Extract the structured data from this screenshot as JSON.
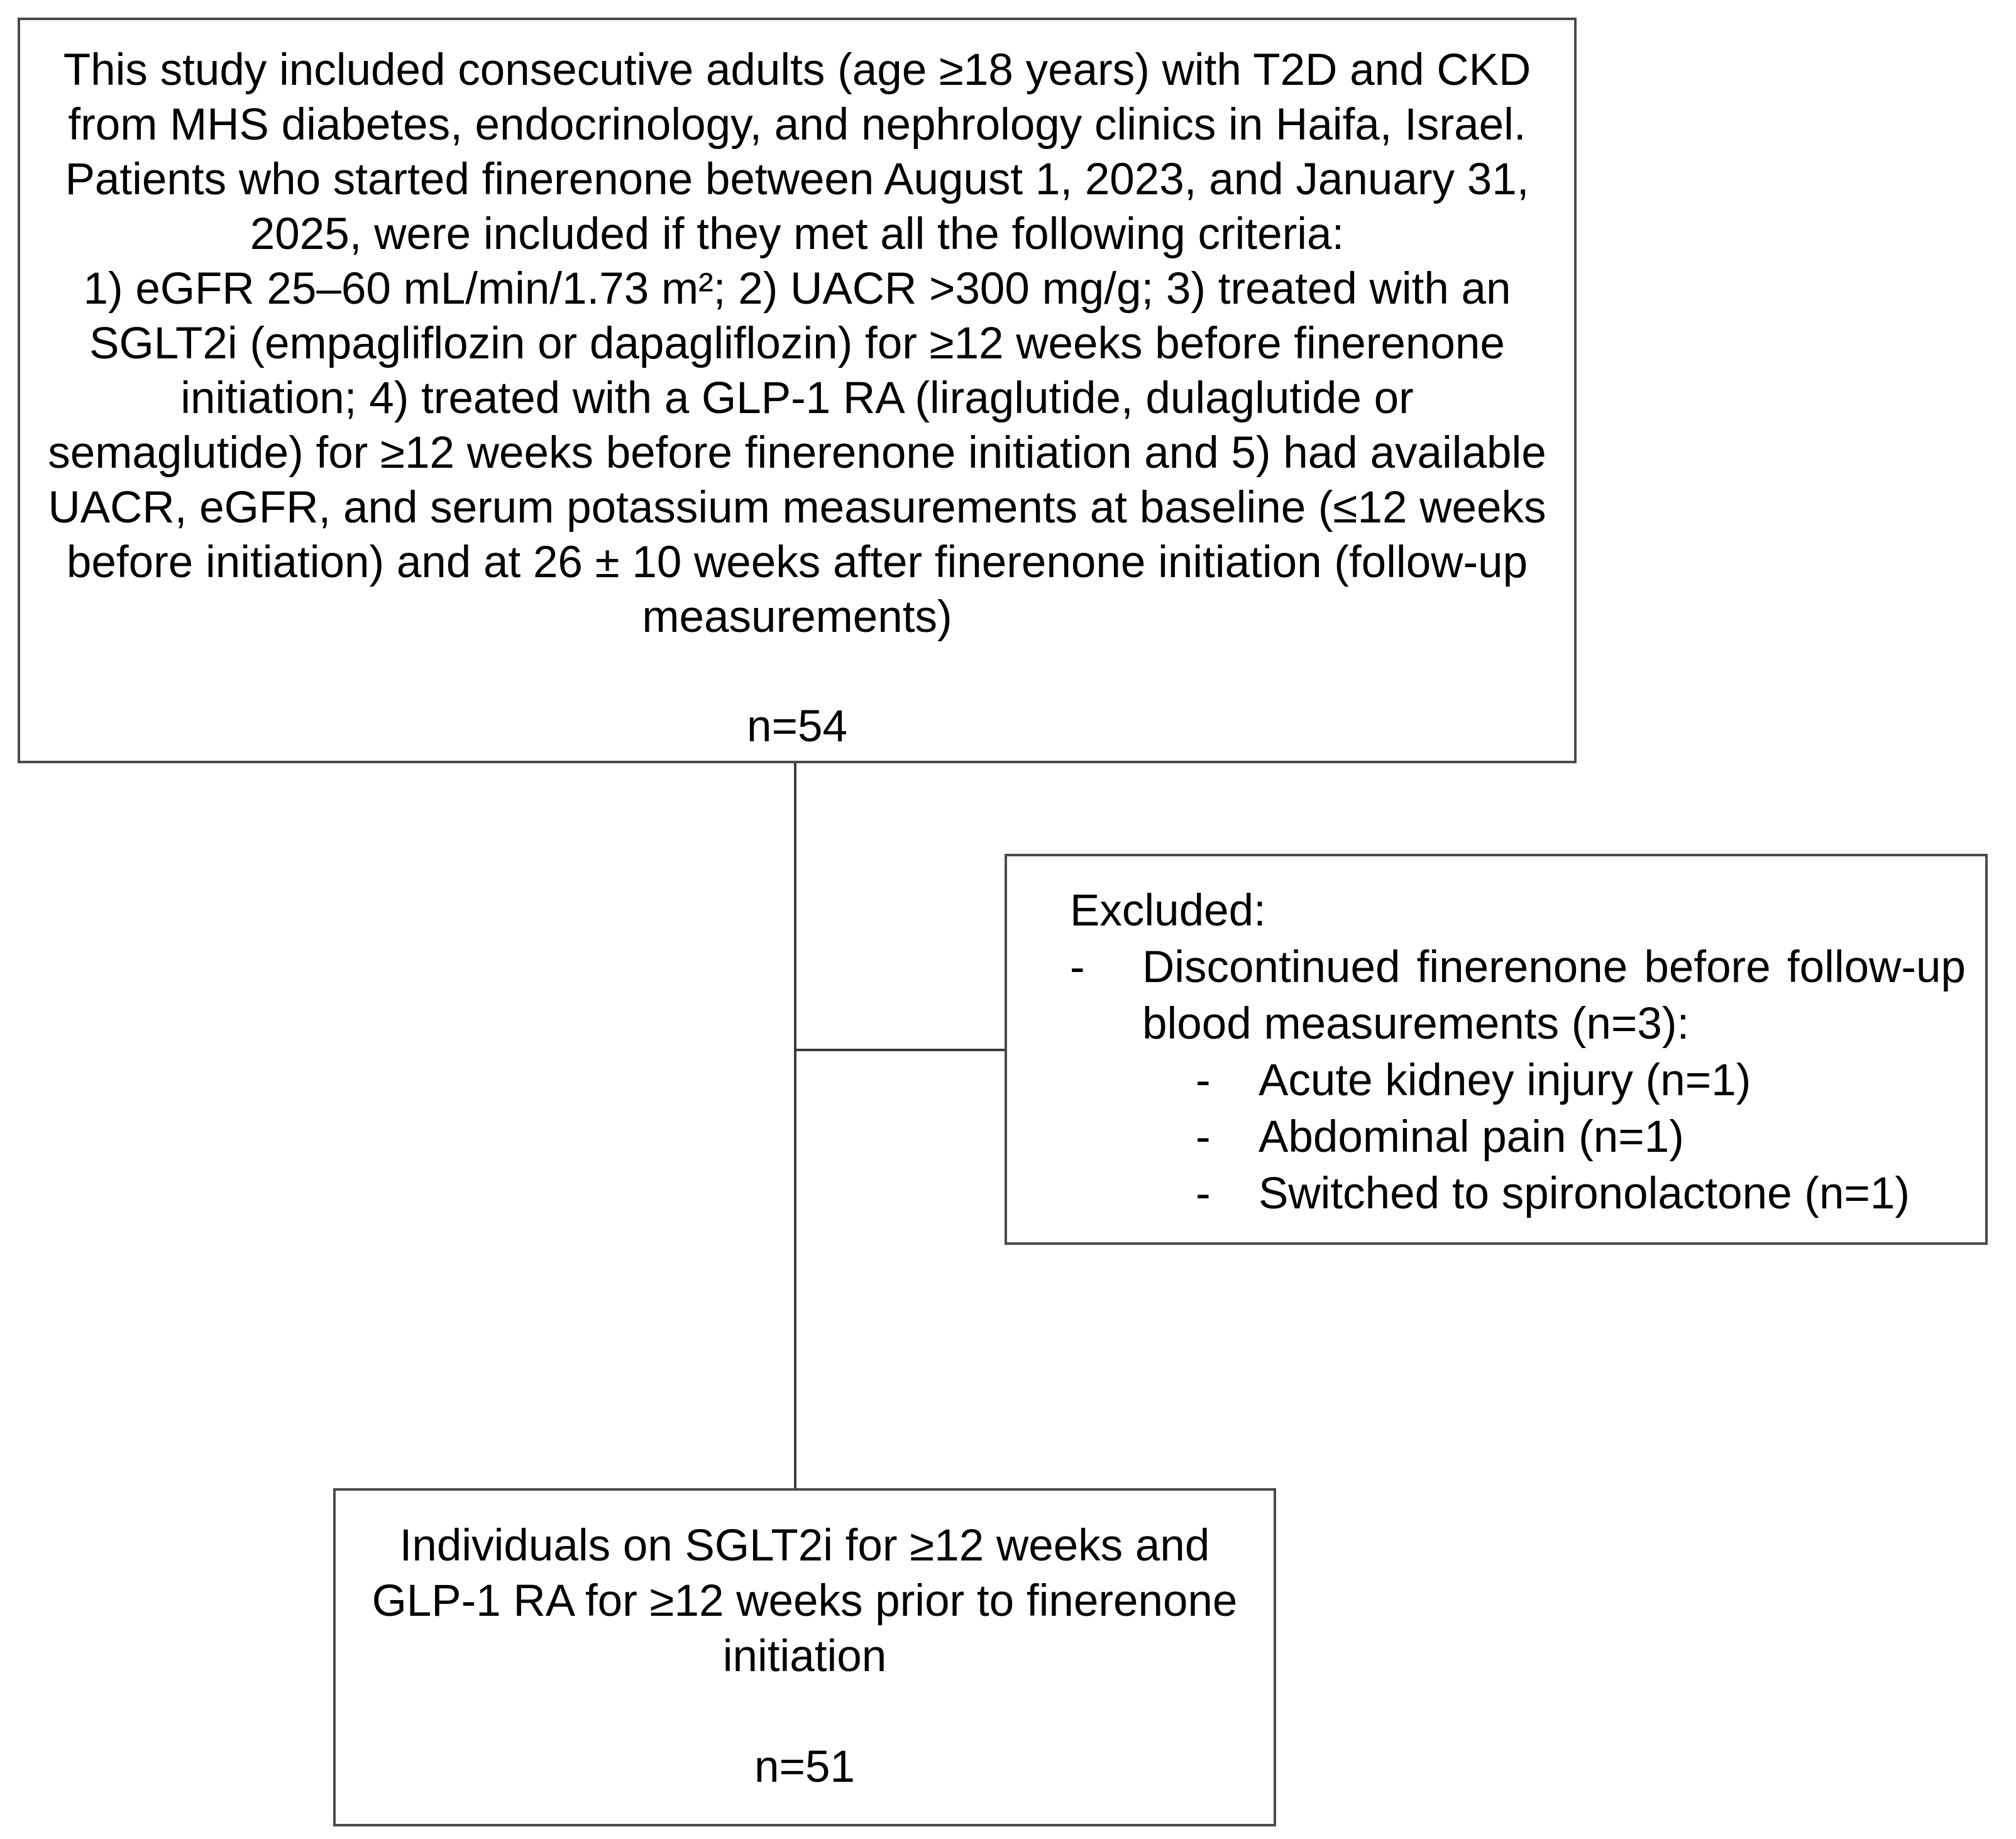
{
  "top_box": {
    "lines": [
      "This study included consecutive adults (age ≥18 years) with T2D and CKD",
      "from MHS diabetes, endocrinology, and nephrology clinics in Haifa, Israel.",
      "Patients who started finerenone between August 1, 2023, and January 31,",
      "2025, were included if they met all the following criteria:",
      "1) eGFR 25–60 mL/min/1.73 m²; 2) UACR >300 mg/g; 3) treated with an",
      "SGLT2i (empagliflozin or dapagliflozin) for ≥12 weeks before finerenone",
      "initiation; 4) treated with a GLP-1 RA (liraglutide, dulaglutide or",
      "semaglutide) for ≥12 weeks before finerenone initiation and 5) had available",
      "UACR, eGFR, and serum potassium measurements at baseline (≤12 weeks",
      "before initiation) and at 26 ± 10 weeks after finerenone initiation (follow-up",
      "measurements)"
    ],
    "count_label": "n=54"
  },
  "excluded_box": {
    "title": "Excluded:",
    "bullet": {
      "dash": "-",
      "text": "Discontinued finerenone before follow-up blood measurements (n=3):"
    },
    "sub_bullets": [
      {
        "dash": "-",
        "text": "Acute kidney injury (n=1)"
      },
      {
        "dash": "-",
        "text": "Abdominal pain (n=1)"
      },
      {
        "dash": "-",
        "text": "Switched to spironolactone (n=1)"
      }
    ]
  },
  "bottom_box": {
    "lines": [
      "Individuals on SGLT2i for ≥12 weeks and",
      "GLP-1 RA for ≥12 weeks prior to finerenone",
      "initiation"
    ],
    "count_label": "n=51"
  },
  "colors": {
    "background": "#ffffff",
    "box_border": "#4a4a4a",
    "connector_line": "#3a3a3a",
    "text": "#000000"
  }
}
